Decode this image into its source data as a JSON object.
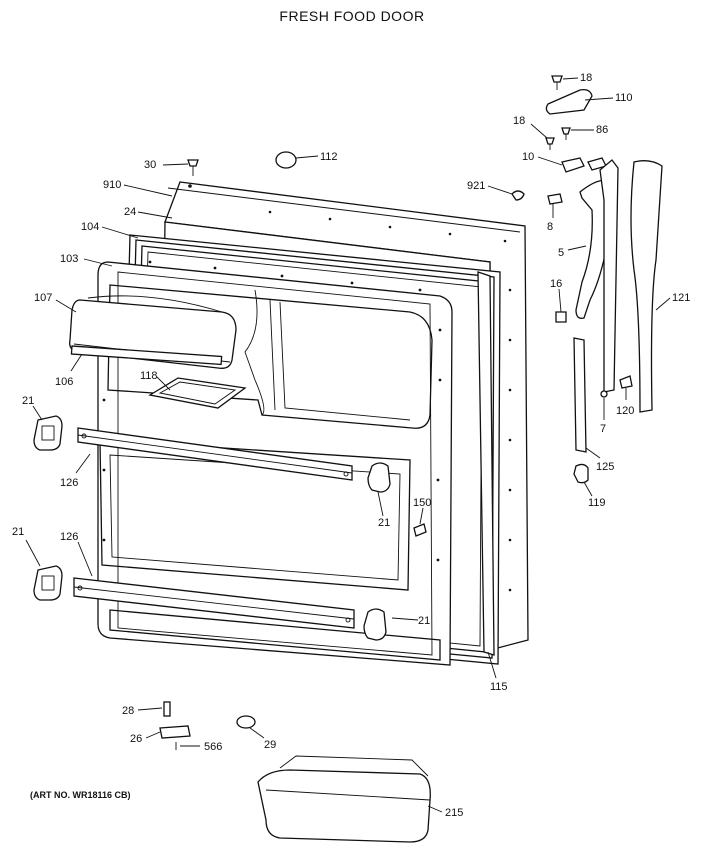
{
  "title": "FRESH FOOD DOOR",
  "art_number": "(ART NO. WR18116 CB)",
  "callouts": {
    "c18a": "18",
    "c110": "110",
    "c18b": "18",
    "c86": "86",
    "c10": "10",
    "c30": "30",
    "c112": "112",
    "c910": "910",
    "c921": "921",
    "c24": "24",
    "c104": "104",
    "c8": "8",
    "c103": "103",
    "c5": "5",
    "c107": "107",
    "c16": "16",
    "c121": "121",
    "c106": "106",
    "c118": "118",
    "c21a": "21",
    "c120": "120",
    "c7": "7",
    "c125": "125",
    "c126a": "126",
    "c119": "119",
    "c150": "150",
    "c21b": "21",
    "c21c": "21",
    "c126b": "126",
    "c21d": "21",
    "c115": "115",
    "c28": "28",
    "c26": "26",
    "c566": "566",
    "c29": "29",
    "c215": "215"
  }
}
